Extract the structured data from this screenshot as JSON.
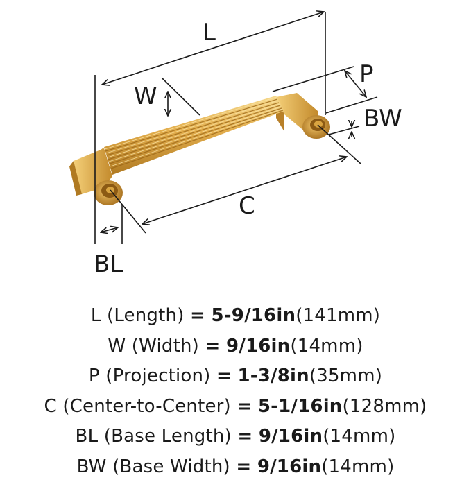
{
  "diagram": {
    "labels": {
      "L": "L",
      "W": "W",
      "P": "P",
      "BW": "BW",
      "C": "C",
      "BL": "BL"
    },
    "colors": {
      "brass_light": "#f3cf7a",
      "brass_mid": "#d9a441",
      "brass_dark": "#a9731f",
      "line": "#1a1a1a"
    }
  },
  "specs": [
    {
      "code": "L",
      "name": "(Length)",
      "eq": "=",
      "imperial": "5-9/16in",
      "metric": "(141mm)"
    },
    {
      "code": "W",
      "name": "(Width)",
      "eq": "=",
      "imperial": "9/16in",
      "metric": "(14mm)"
    },
    {
      "code": "P",
      "name": "(Projection)",
      "eq": "=",
      "imperial": "1-3/8in",
      "metric": "(35mm)"
    },
    {
      "code": "C",
      "name": "(Center-to-Center)",
      "eq": "=",
      "imperial": "5-1/16in",
      "metric": "(128mm)"
    },
    {
      "code": "BL",
      "name": "(Base Length)",
      "eq": "=",
      "imperial": "9/16in",
      "metric": "(14mm)"
    },
    {
      "code": "BW",
      "name": "(Base Width)",
      "eq": "=",
      "imperial": "9/16in",
      "metric": "(14mm)"
    }
  ]
}
